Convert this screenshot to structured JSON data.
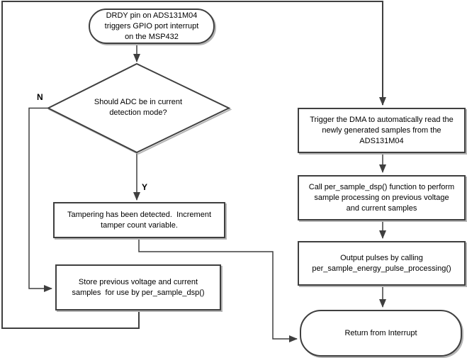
{
  "diagram": {
    "type": "flowchart",
    "nodes": {
      "start": {
        "shape": "terminator",
        "text": "DRDY pin on ADS131M04\ntriggers GPIO port interrupt\non the MSP432"
      },
      "decision": {
        "shape": "diamond",
        "text": "Should ADC be in current\ndetection mode?"
      },
      "tamper": {
        "shape": "process",
        "text": "Tampering has been detected.  Increment\ntamper count variable."
      },
      "store": {
        "shape": "process",
        "text": "Store previous voltage and current\nsamples  for use by per_sample_dsp()"
      },
      "dma": {
        "shape": "process",
        "text": "Trigger the DMA to automatically read the\nnewly generated samples from the\nADS131M04"
      },
      "dsp": {
        "shape": "process",
        "text": "Call per_sample_dsp() function to perform\nsample processing on previous voltage\nand current samples"
      },
      "pulse": {
        "shape": "process",
        "text": "Output pulses by calling\nper_sample_energy_pulse_processing()"
      },
      "return": {
        "shape": "terminator",
        "text": "Return from Interrupt"
      }
    },
    "branch_labels": {
      "no": "N",
      "yes": "Y"
    },
    "edges": [
      "start -> decision",
      "decision -N-> store",
      "decision -Y-> tamper",
      "tamper -> return",
      "store -> dma",
      "dma -> dsp",
      "dsp -> pulse",
      "pulse -> return"
    ],
    "colors": {
      "line": "#3f3f3f",
      "border": "#3f3f3f",
      "background": "#ffffff",
      "text": "#000000",
      "shadow": "#b4b4b4"
    }
  }
}
